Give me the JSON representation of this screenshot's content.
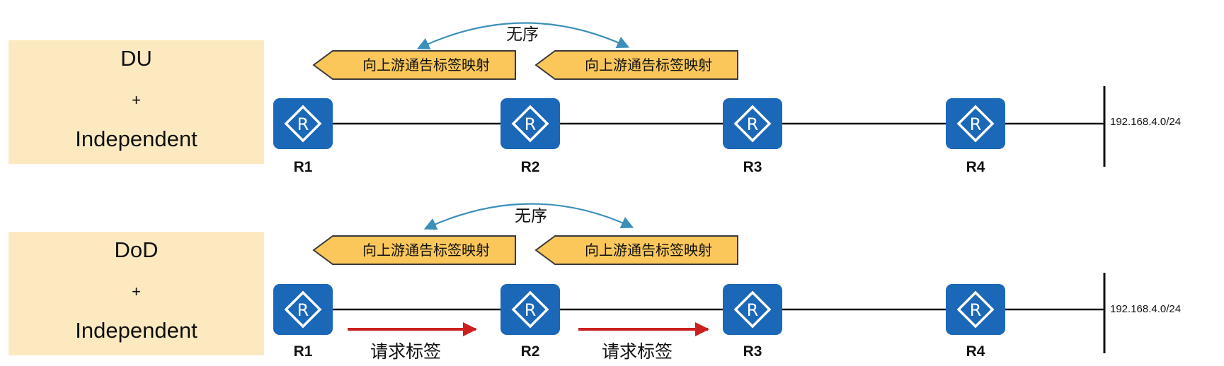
{
  "colors": {
    "mode_box": "#fde9c0",
    "router": "#1b67b8",
    "banner_fill": "#fbc75a",
    "banner_stroke": "#3a3a3a",
    "curve": "#3b8fb9",
    "request_arrow": "#cc1f1f"
  },
  "panels": [
    {
      "mode_line1": "DU",
      "mode_line2": "+",
      "mode_line3": "Independent",
      "unordered_label": "无序",
      "banners": [
        "向上游通告标签映射",
        "向上游通告标签映射"
      ],
      "routers": [
        "R1",
        "R2",
        "R3",
        "R4"
      ],
      "network_label": "192.168.4.0/24",
      "requests": []
    },
    {
      "mode_line1": "DoD",
      "mode_line2": "+",
      "mode_line3": "Independent",
      "unordered_label": "无序",
      "banners": [
        "向上游通告标签映射",
        "向上游通告标签映射"
      ],
      "routers": [
        "R1",
        "R2",
        "R3",
        "R4"
      ],
      "network_label": "192.168.4.0/24",
      "requests": [
        "请求标签",
        "请求标签"
      ]
    }
  ]
}
